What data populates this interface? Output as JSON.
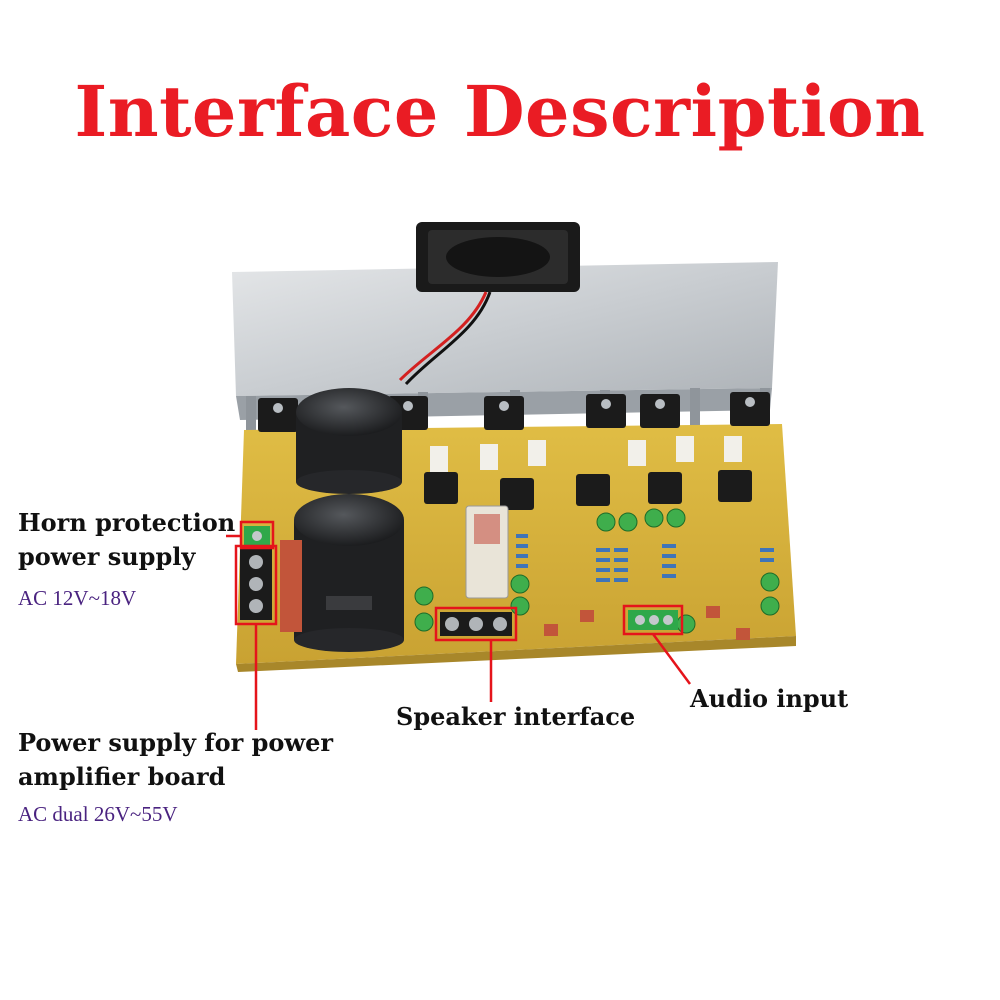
{
  "title": "Interface Description",
  "labels": {
    "horn": {
      "line1": "Horn protection",
      "line2": "power supply",
      "spec": "AC 12V~18V"
    },
    "power": {
      "line1": "Power supply for power",
      "line2": "amplifier board",
      "spec": "AC dual 26V~55V"
    },
    "speaker": "Speaker interface",
    "audio": "Audio input"
  },
  "colors": {
    "title": "#ea1c24",
    "annotation": "#e5141b",
    "spec_text": "#4a2380",
    "pcb": "#d8b43c"
  }
}
